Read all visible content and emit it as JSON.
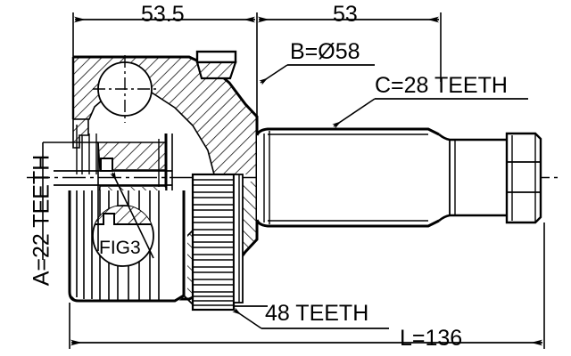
{
  "drawing": {
    "type": "engineering-cross-section",
    "subject": "CV joint (constant velocity joint) outer joint assembly",
    "view": "half cross-section side view with centerline"
  },
  "dimensions": {
    "overall_length": {
      "label": "L=136",
      "value": 136,
      "unit": "mm",
      "name": "overall-length"
    },
    "housing_length": {
      "label": "53.5",
      "value": 53.5,
      "unit": "mm",
      "name": "housing-length"
    },
    "shaft_length": {
      "label": "53",
      "value": 53,
      "unit": "mm",
      "name": "shaft-length"
    }
  },
  "callouts": {
    "inner_spline": {
      "label": "A=22 TEETH",
      "value": 22,
      "name": "inner-spline-teeth"
    },
    "outer_diameter": {
      "label": "B=Ø58",
      "value": 58,
      "unit": "mm",
      "name": "outer-diameter"
    },
    "outer_spline": {
      "label": "C=28 TEETH",
      "value": 28,
      "name": "outer-spline-teeth"
    },
    "abs_ring": {
      "label": "48 TEETH",
      "value": 48,
      "name": "abs-tone-ring-teeth"
    },
    "detail_ref": {
      "label": "FIG3",
      "name": "detail-callout-fig3"
    }
  },
  "style": {
    "line_color": "#000000",
    "fill_color": "#ffffff",
    "background": "#ffffff"
  }
}
